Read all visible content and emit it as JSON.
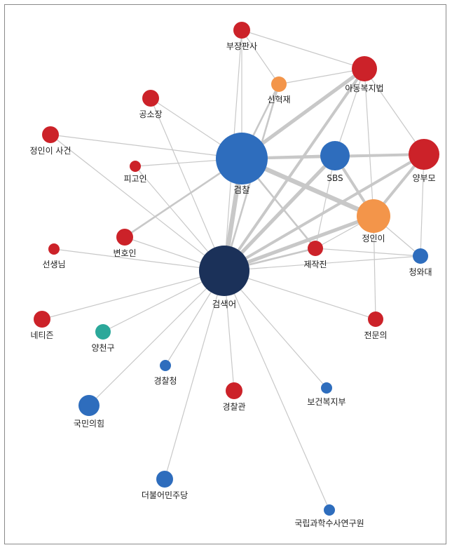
{
  "network": {
    "colors": {
      "red": "#cc2229",
      "blue": "#2e6dbd",
      "navy": "#1b3159",
      "orange": "#f3954a",
      "teal": "#2ba89a",
      "edge": "#c8c8c8"
    },
    "nodes": [
      {
        "id": "search",
        "label": "검색어",
        "color": "navy"
      },
      {
        "id": "prosecution",
        "label": "검찰",
        "color": "blue"
      },
      {
        "id": "sbs",
        "label": "SBS",
        "color": "blue"
      },
      {
        "id": "foster",
        "label": "양부모",
        "color": "red"
      },
      {
        "id": "jungin",
        "label": "정인이",
        "color": "orange"
      },
      {
        "id": "childwelfare",
        "label": "아동복지법",
        "color": "red"
      },
      {
        "id": "shinhyukjae",
        "label": "신혁재",
        "color": "orange"
      },
      {
        "id": "judge",
        "label": "부장판사",
        "color": "red"
      },
      {
        "id": "indictment",
        "label": "공소장",
        "color": "red"
      },
      {
        "id": "junginCase",
        "label": "정인이 사건",
        "color": "red"
      },
      {
        "id": "defendant",
        "label": "피고인",
        "color": "red"
      },
      {
        "id": "lawyer",
        "label": "변호인",
        "color": "red"
      },
      {
        "id": "teacher",
        "label": "선생님",
        "color": "red"
      },
      {
        "id": "netizen",
        "label": "네티즌",
        "color": "red"
      },
      {
        "id": "yangcheon",
        "label": "양천구",
        "color": "teal"
      },
      {
        "id": "police",
        "label": "경찰청",
        "color": "blue"
      },
      {
        "id": "ppp",
        "label": "국민의힘",
        "color": "blue"
      },
      {
        "id": "officer",
        "label": "경찰관",
        "color": "red"
      },
      {
        "id": "producer",
        "label": "제작진",
        "color": "red"
      },
      {
        "id": "bluehouse",
        "label": "청와대",
        "color": "blue"
      },
      {
        "id": "specialist",
        "label": "전문의",
        "color": "red"
      },
      {
        "id": "health",
        "label": "보건복지부",
        "color": "blue"
      },
      {
        "id": "dpk",
        "label": "더불어민주당",
        "color": "blue"
      },
      {
        "id": "nfs",
        "label": "국립과학수사연구원",
        "color": "blue"
      }
    ],
    "edges": [
      [
        "search",
        "prosecution",
        5
      ],
      [
        "search",
        "sbs",
        4
      ],
      [
        "search",
        "foster",
        3
      ],
      [
        "search",
        "jungin",
        4
      ],
      [
        "search",
        "childwelfare",
        3
      ],
      [
        "search",
        "shinhyukjae",
        2
      ],
      [
        "search",
        "judge",
        1
      ],
      [
        "search",
        "indictment",
        1
      ],
      [
        "search",
        "junginCase",
        1
      ],
      [
        "search",
        "defendant",
        1
      ],
      [
        "search",
        "lawyer",
        1
      ],
      [
        "search",
        "teacher",
        1
      ],
      [
        "search",
        "netizen",
        1
      ],
      [
        "search",
        "yangcheon",
        1
      ],
      [
        "search",
        "police",
        1
      ],
      [
        "search",
        "ppp",
        1
      ],
      [
        "search",
        "officer",
        1
      ],
      [
        "search",
        "producer",
        2
      ],
      [
        "search",
        "bluehouse",
        1
      ],
      [
        "search",
        "specialist",
        1
      ],
      [
        "search",
        "health",
        1
      ],
      [
        "search",
        "dpk",
        1
      ],
      [
        "search",
        "nfs",
        1
      ],
      [
        "prosecution",
        "sbs",
        3
      ],
      [
        "prosecution",
        "foster",
        3
      ],
      [
        "prosecution",
        "jungin",
        5
      ],
      [
        "prosecution",
        "childwelfare",
        4
      ],
      [
        "prosecution",
        "shinhyukjae",
        2
      ],
      [
        "prosecution",
        "judge",
        1
      ],
      [
        "prosecution",
        "indictment",
        1
      ],
      [
        "prosecution",
        "junginCase",
        1
      ],
      [
        "prosecution",
        "defendant",
        1
      ],
      [
        "prosecution",
        "lawyer",
        2
      ],
      [
        "prosecution",
        "producer",
        2
      ],
      [
        "sbs",
        "jungin",
        3
      ],
      [
        "sbs",
        "foster",
        2
      ],
      [
        "sbs",
        "producer",
        1
      ],
      [
        "sbs",
        "childwelfare",
        1
      ],
      [
        "foster",
        "jungin",
        3
      ],
      [
        "foster",
        "childwelfare",
        1
      ],
      [
        "foster",
        "bluehouse",
        1
      ],
      [
        "jungin",
        "childwelfare",
        1
      ],
      [
        "jungin",
        "bluehouse",
        1
      ],
      [
        "jungin",
        "specialist",
        1
      ],
      [
        "jungin",
        "producer",
        1
      ],
      [
        "childwelfare",
        "judge",
        1
      ],
      [
        "childwelfare",
        "shinhyukjae",
        1
      ],
      [
        "shinhyukjae",
        "judge",
        1
      ],
      [
        "producer",
        "bluehouse",
        1
      ]
    ]
  }
}
